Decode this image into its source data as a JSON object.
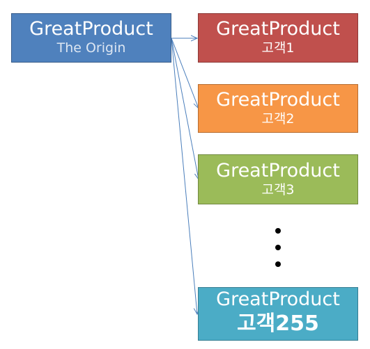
{
  "origin": {
    "title": "GreatProduct",
    "subtitle": "The Origin"
  },
  "customers": [
    {
      "title": "GreatProduct",
      "subtitle": "고객1"
    },
    {
      "title": "GreatProduct",
      "subtitle": "고객2"
    },
    {
      "title": "GreatProduct",
      "subtitle": "고객3"
    },
    {
      "title": "GreatProduct",
      "subtitle": "고객255"
    }
  ],
  "colors": {
    "origin": "#4f81bd",
    "customer1": "#c0504d",
    "customer2": "#f79646",
    "customer3": "#9bbb59",
    "customer255": "#4bacc6",
    "arrow": "#4a7ebb"
  },
  "ellipsis_dots": 3
}
